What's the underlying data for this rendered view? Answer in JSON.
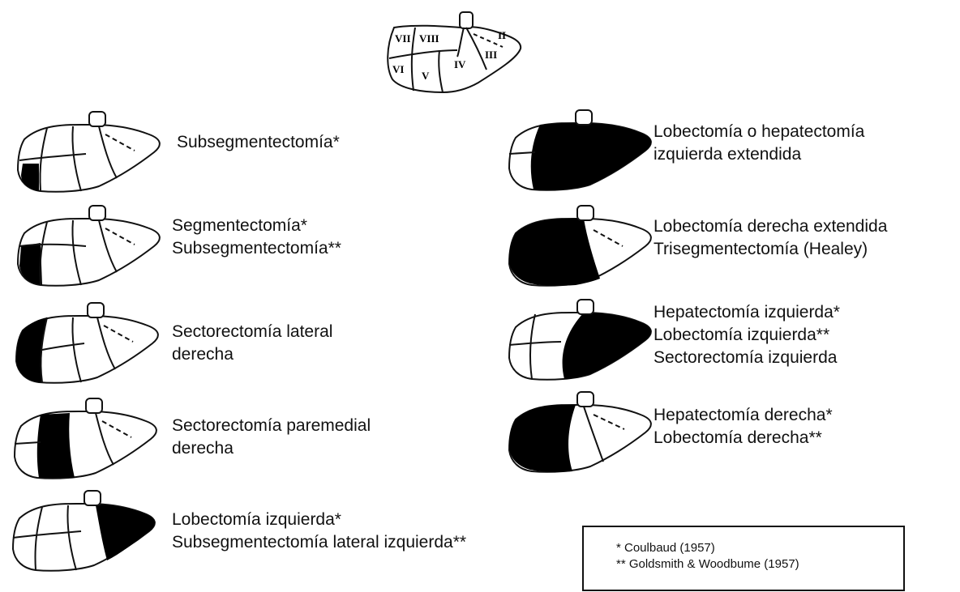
{
  "reference": {
    "segments": [
      "II",
      "III",
      "IV",
      "V",
      "VI",
      "VII",
      "VIII"
    ]
  },
  "procedures": [
    {
      "lines": [
        "Subsegmentectomía*"
      ],
      "shaded": "VI-lower"
    },
    {
      "lines": [
        "Segmentectomía*",
        "Subsegmentectomía**"
      ],
      "shaded": "VI"
    },
    {
      "lines": [
        "Sectorectomía lateral",
        "derecha"
      ],
      "shaded": "VI-VII"
    },
    {
      "lines": [
        "Sectorectomía paremedial",
        "derecha"
      ],
      "shaded": "V-VIII"
    },
    {
      "lines": [
        "Lobectomía izquierda*",
        "Subsegmentectomía lateral izquierda**"
      ],
      "shaded": "II-III"
    },
    {
      "lines": [
        "Lobectomía o hepatectomía",
        "izquierda extendida"
      ],
      "shaded": "II-III-IV-V-VIII"
    },
    {
      "lines": [
        "Lobectomía derecha extendida",
        "Trisegmentectomía (Healey)"
      ],
      "shaded": "IV-V-VI-VII-VIII"
    },
    {
      "lines": [
        "Hepatectomía izquierda*",
        "Lobectomía izquierda**",
        "Sectorectomía izquierda"
      ],
      "shaded": "II-III-IV"
    },
    {
      "lines": [
        "Hepatectomía derecha*",
        "Lobectomía derecha**"
      ],
      "shaded": "V-VI-VII-VIII"
    }
  ],
  "legend": {
    "lines": [
      "* Coulbaud (1957)",
      "** Goldsmith & Woodbume (1957)"
    ]
  }
}
